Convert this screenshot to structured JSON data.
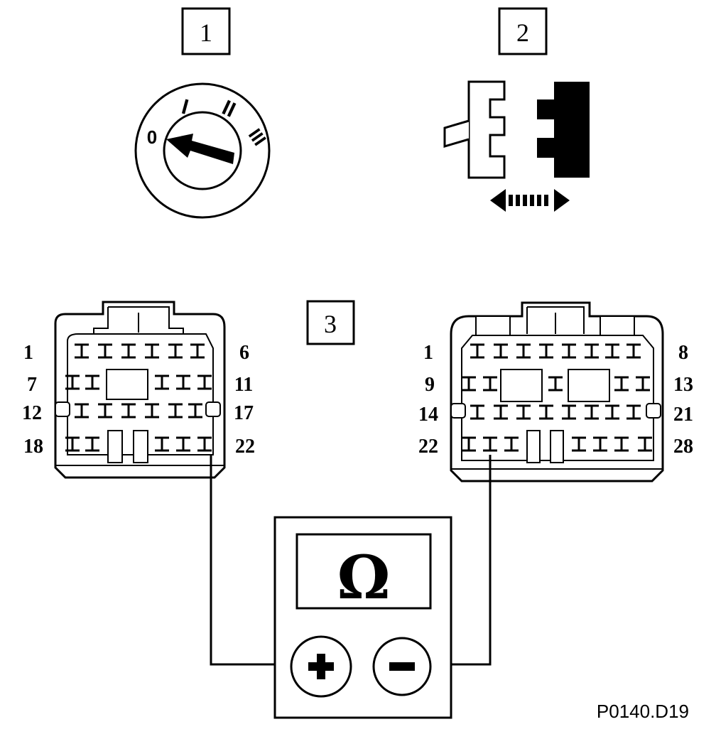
{
  "steps": {
    "one": "1",
    "two": "2",
    "three": "3"
  },
  "ignition": {
    "positions": [
      "0",
      "I",
      "II",
      "III"
    ]
  },
  "connector_left": {
    "labels_left": [
      "1",
      "7",
      "12",
      "18"
    ],
    "labels_right": [
      "6",
      "11",
      "17",
      "22"
    ]
  },
  "connector_right": {
    "labels_left": [
      "1",
      "9",
      "14",
      "22"
    ],
    "labels_right": [
      "8",
      "13",
      "21",
      "28"
    ]
  },
  "meter": {
    "display": "Ω",
    "plus": "+",
    "minus": "−"
  },
  "reference": "P0140.D19"
}
